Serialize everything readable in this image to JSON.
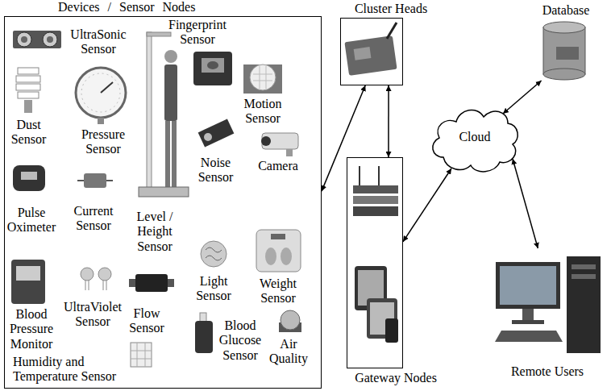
{
  "diagram": {
    "nodes": [
      {
        "text": [
          "Devices / Sensor Nodes"
        ]
      },
      {
        "text": [
          "Cluster Heads"
        ]
      },
      {
        "text": [
          "Gateway Nodes"
        ]
      },
      {
        "text": [
          "Cloud"
        ]
      },
      {
        "text": [
          "Database"
        ]
      },
      {
        "text": [
          "Remote Users"
        ]
      }
    ],
    "edges": [
      {
        "from": 0,
        "to": 1,
        "arrow": "both"
      },
      {
        "from": 1,
        "to": 2,
        "arrow": "both"
      },
      {
        "from": 2,
        "to": 3,
        "arrow": "both"
      },
      {
        "from": 3,
        "to": 4,
        "arrow": "both"
      },
      {
        "from": 3,
        "to": 5,
        "arrow": "both"
      }
    ],
    "labels": [
      "UltraSonic Sensor",
      "Fingerprint Sensor",
      "Motion Sensor",
      "Dust Sensor",
      "Pressure Sensor",
      "Noise Sensor",
      "Camera",
      "Pulse Oximeter",
      "Current Sensor",
      "Level / Height Sensor",
      "Light Sensor",
      "Weight Sensor",
      "Blood Pressure Monitor",
      "UltraViolet Sensor",
      "Flow Sensor",
      "Blood Glucose Sensor",
      "Air Quality",
      "Humidity and Temperature Sensor"
    ]
  }
}
